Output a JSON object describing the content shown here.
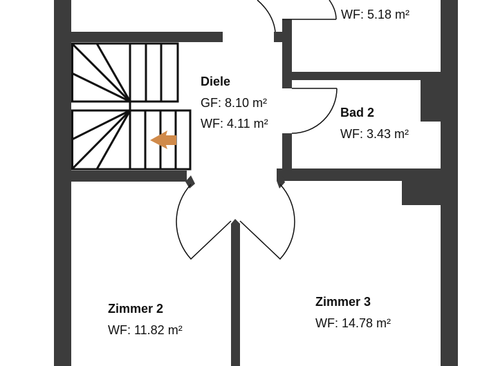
{
  "colors": {
    "wall": "#3c3c3c",
    "line": "#111111",
    "arrow": "#d08a4a"
  },
  "rooms": {
    "top_right": {
      "wf": "WF: 5.18 m²"
    },
    "diele": {
      "name": "Diele",
      "gf": "GF: 8.10 m²",
      "wf": "WF: 4.11 m²"
    },
    "bad2": {
      "name": "Bad 2",
      "wf": "WF: 3.43 m²"
    },
    "zimmer2": {
      "name": "Zimmer 2",
      "wf": "WF: 11.82 m²"
    },
    "zimmer3": {
      "name": "Zimmer 3",
      "wf": "WF: 14.78 m²"
    }
  },
  "icons": {
    "stair_direction": "arrow-left-icon"
  }
}
